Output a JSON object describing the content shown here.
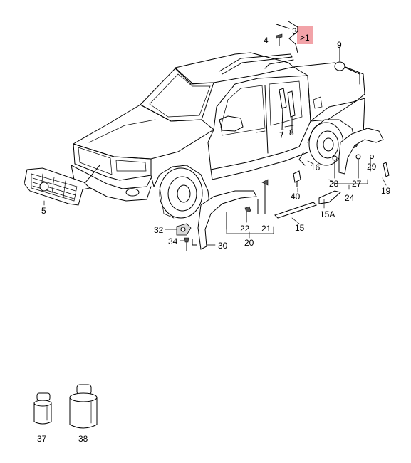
{
  "highlight_color": "#f2a3a8",
  "labels": {
    "p1": ">1",
    "p3": "3",
    "p4": "4",
    "p5": "5",
    "p7": "7",
    "p8": "8",
    "p9": "9",
    "p15": "15",
    "p15a": "15A",
    "p16": "16",
    "p19": "19",
    "p20": "20",
    "p21": "21",
    "p22": "22",
    "p24": "24",
    "p27": "27",
    "p28": "28",
    "p29": "29",
    "p30": "30",
    "p32": "32",
    "p34": "34",
    "p37": "37",
    "p38": "38",
    "p40": "40"
  }
}
